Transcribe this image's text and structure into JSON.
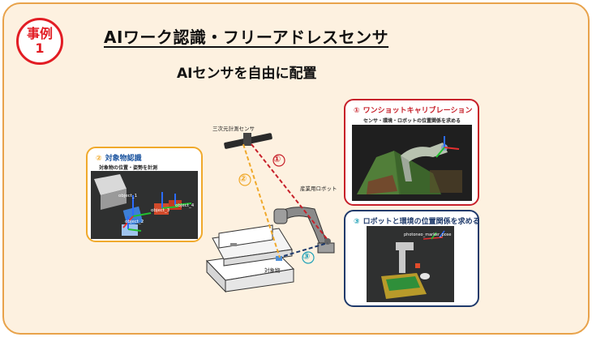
{
  "badge": {
    "line1": "事例",
    "line2": "1"
  },
  "title": "AIワーク認識・フリーアドレスセンサ",
  "subtitle": "AIセンサを自由に配置",
  "labels": {
    "sensor": "三次元計測センサ",
    "robot": "産業用ロボット",
    "object": "対象物"
  },
  "markers": {
    "one": "①",
    "two": "②",
    "three": "③"
  },
  "panels": {
    "recognition": {
      "num": "②",
      "title": "対象物認識",
      "sub": "対象物の位置・姿勢を計測",
      "objects": [
        "object_1",
        "object_3",
        "object_4",
        "object_2"
      ]
    },
    "calibration": {
      "num": "①",
      "title": "ワンショットキャリブレーション",
      "sub": "センサ・環境・ロボットの位置関係を求める"
    },
    "environment": {
      "num": "③",
      "title": "ロボットと環境の位置関係を求める",
      "overlay": "photoneo_marker_pose"
    }
  },
  "colors": {
    "orange": "#f0a92b",
    "red": "#c7202a",
    "navy": "#1f3a6b",
    "teal": "#1fa1b7"
  }
}
